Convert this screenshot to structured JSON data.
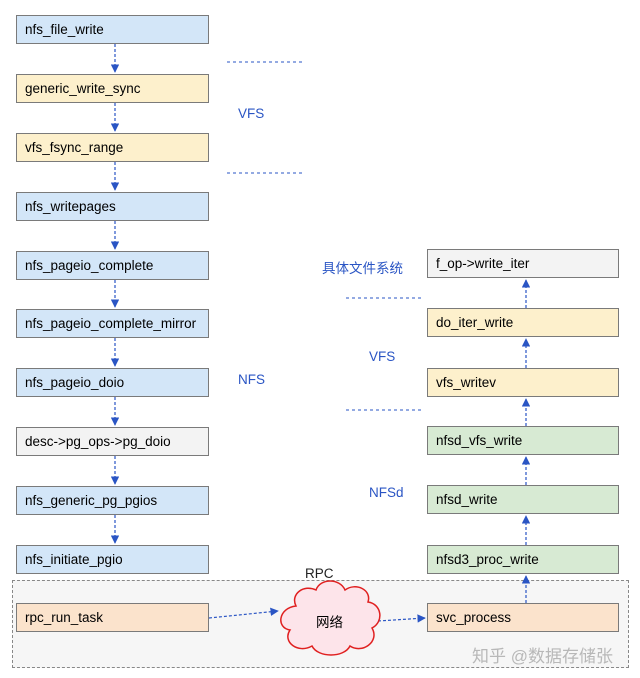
{
  "left_chain": [
    {
      "label": "nfs_file_write",
      "color": "blue"
    },
    {
      "label": "generic_write_sync",
      "color": "yellow"
    },
    {
      "label": "vfs_fsync_range",
      "color": "yellow"
    },
    {
      "label": "nfs_writepages",
      "color": "blue"
    },
    {
      "label": "nfs_pageio_complete",
      "color": "blue"
    },
    {
      "label": "nfs_pageio_complete_mirror",
      "color": "blue"
    },
    {
      "label": "nfs_pageio_doio",
      "color": "blue"
    },
    {
      "label": "desc->pg_ops->pg_doio",
      "color": "gray"
    },
    {
      "label": "nfs_generic_pg_pgios",
      "color": "blue"
    },
    {
      "label": "nfs_initiate_pgio",
      "color": "blue"
    }
  ],
  "right_chain": [
    {
      "label": "f_op->write_iter",
      "color": "gray"
    },
    {
      "label": "do_iter_write",
      "color": "yellow"
    },
    {
      "label": "vfs_writev",
      "color": "yellow"
    },
    {
      "label": "nfsd_vfs_write",
      "color": "green"
    },
    {
      "label": "nfsd_write",
      "color": "green"
    },
    {
      "label": "nfsd3_proc_write",
      "color": "green"
    }
  ],
  "layer_labels": {
    "left_vfs": "VFS",
    "left_nfs": "NFS",
    "right_fs": "具体文件系统",
    "right_vfs": "VFS",
    "right_nfsd": "NFSd"
  },
  "rpc": {
    "group_label": "RPC",
    "client_task": "rpc_run_task",
    "network": "网络",
    "server_process": "svc_process"
  },
  "watermark": "知乎 @数据存储张",
  "colors": {
    "blue": "#d3e6f8",
    "yellow": "#fdf0cc",
    "gray": "#f3f3f3",
    "green": "#d7ead3",
    "orange": "#fbe3cc",
    "arrow": "#2a55c4",
    "label": "#2a55c4"
  }
}
